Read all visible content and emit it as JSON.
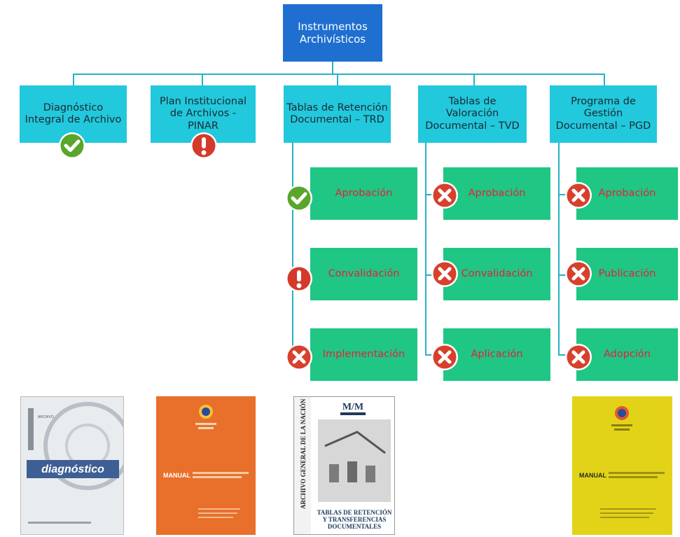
{
  "root": {
    "label": "Instrumentos Archivísticos"
  },
  "categories": [
    {
      "label": "Diagnóstico Integral de Archivo",
      "status": "check"
    },
    {
      "label": "Plan Institucional de Archivos - PINAR",
      "status": "warning"
    },
    {
      "label": "Tablas de Retención Documental – TRD",
      "status": "none"
    },
    {
      "label": "Tablas de Valoración Documental – TVD",
      "status": "none"
    },
    {
      "label": "Programa de Gestión Documental – PGD",
      "status": "none"
    }
  ],
  "trd_steps": [
    {
      "label": "Aprobación",
      "status": "check"
    },
    {
      "label": "Convalidación",
      "status": "warning"
    },
    {
      "label": "Implementación",
      "status": "cross"
    }
  ],
  "tvd_steps": [
    {
      "label": "Aprobación",
      "status": "cross"
    },
    {
      "label": "Convalidación",
      "status": "cross"
    },
    {
      "label": "Aplicación",
      "status": "cross"
    }
  ],
  "pgd_steps": [
    {
      "label": "Aprobación",
      "status": "cross"
    },
    {
      "label": "Publicación",
      "status": "cross"
    },
    {
      "label": "Adopción",
      "status": "cross"
    }
  ],
  "covers": {
    "diagnostico": {
      "big_word": "diagnóstico",
      "top_word": "ARCHIVO"
    },
    "pinar": {
      "manual": "MANUAL"
    },
    "trd": {
      "spine": "ARCHIVO GENERAL DE LA NACIÓN",
      "logo": "M/M",
      "title1": "TABLAS DE RETENCIÓN",
      "title2": "Y TRANSFERENCIAS",
      "title3": "DOCUMENTALES"
    },
    "pgd": {
      "manual": "MANUAL"
    }
  },
  "colors": {
    "root_fill": "#1f6fd0",
    "category_fill": "#22c8dc",
    "step_fill": "#1fc684",
    "step_text": "#e0243a",
    "connector": "#27b0c8",
    "check": "#5aa62a",
    "warning": "#d43a2a",
    "cross": "#d8402c"
  }
}
